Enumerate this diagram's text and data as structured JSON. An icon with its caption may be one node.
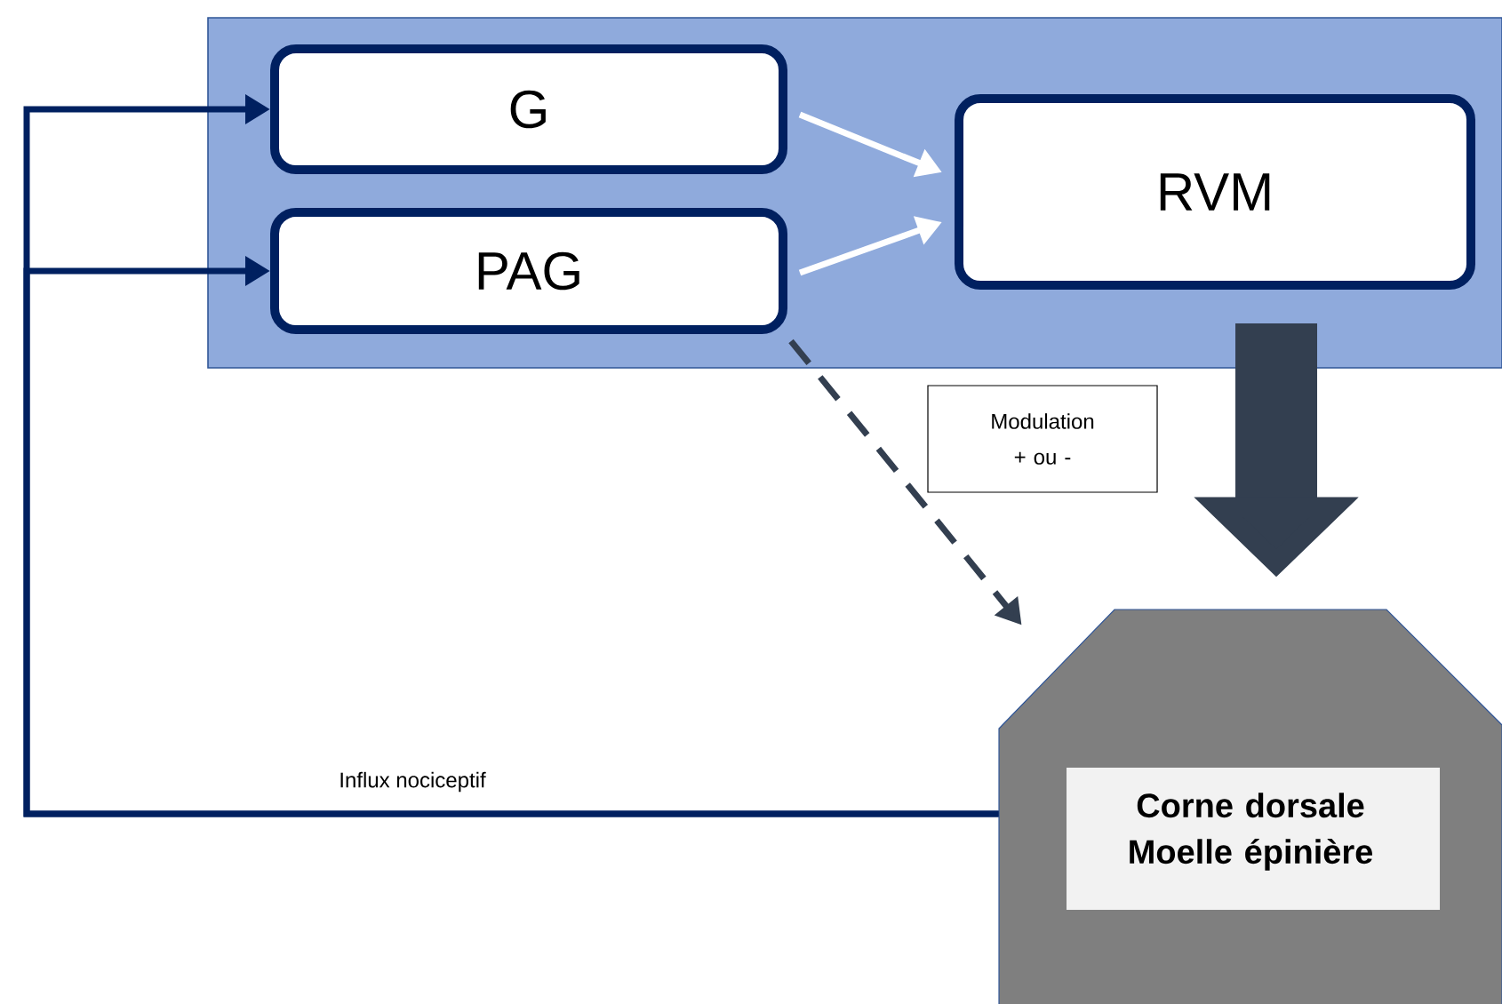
{
  "diagram": {
    "nodes": [
      {
        "text": [],
        "shape": "box"
      },
      {
        "text": [
          "G"
        ],
        "in": 0
      },
      {
        "text": [
          "PAG"
        ],
        "in": 0
      },
      {
        "text": [
          "RVM"
        ],
        "in": 0
      },
      {
        "text": [
          "Corne dorsale Moelle épinière"
        ]
      },
      {
        "text": [
          "Modulation + ou -"
        ]
      }
    ],
    "edges": [
      {
        "from": 4,
        "to": 1,
        "arrow": "to",
        "label": "Influx nociceptif",
        "color": "#002060"
      },
      {
        "from": 4,
        "to": 2,
        "arrow": "to",
        "color": "#002060"
      },
      {
        "from": 1,
        "to": 3,
        "arrow": "to",
        "color": "#ffffff"
      },
      {
        "from": 2,
        "to": 3,
        "arrow": "to",
        "color": "#ffffff"
      },
      {
        "from": 2,
        "to": 4,
        "arrow": "to",
        "style": "dashed",
        "color": "#333f50"
      },
      {
        "from": 3,
        "to": 4,
        "arrow": "to",
        "style": "thick",
        "color": "#333f50"
      }
    ]
  }
}
